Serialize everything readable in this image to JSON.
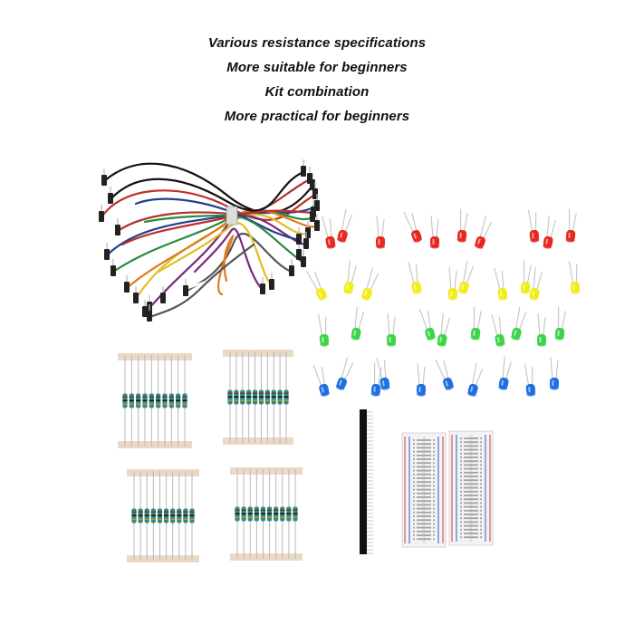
{
  "captions": [
    "Various resistance specifications",
    "More suitable for beginners",
    "Kit combination",
    "More practical for beginners"
  ],
  "colors": {
    "led_red": "#e8281e",
    "led_yellow": "#f2ec1c",
    "led_green": "#3ed44a",
    "led_blue": "#1f6fe0",
    "resistor_body": "#2f8a8a",
    "tape": "#ead9c6",
    "breadboard": "#f3f3f3",
    "header_pins": "#111111"
  },
  "icons": {
    "jumper_wires": "jumper-wire-bundle-icon",
    "leds": "led-icon",
    "resistors": "resistor-strip-icon",
    "pin_header": "pin-header-icon",
    "breadboard": "breadboard-icon"
  }
}
